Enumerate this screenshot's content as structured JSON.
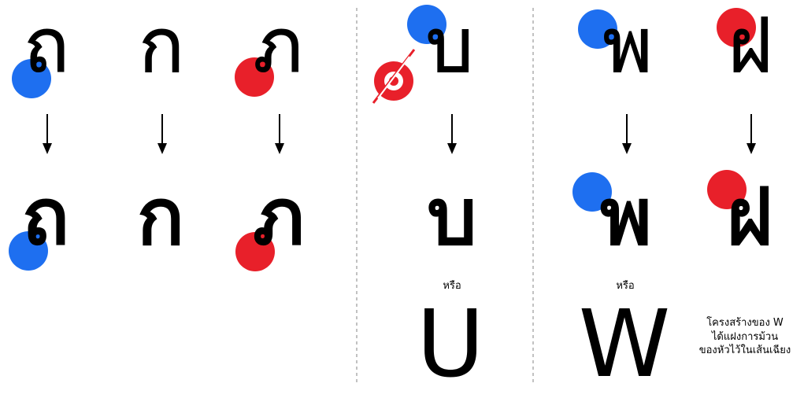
{
  "colors": {
    "blue": "#1e6ff0",
    "red": "#e8202a",
    "ink": "#000000",
    "divider": "#9a9a9a"
  },
  "panel_left": {
    "top_row": [
      "ถ",
      "ก",
      "ภ"
    ],
    "bottom_row": [
      "ถ",
      "ก",
      "ภ"
    ]
  },
  "panel_middle": {
    "top": "บ",
    "middle": "บ",
    "or_label": "หรือ",
    "bottom": "U",
    "forbidden_icon": "no-loop-icon"
  },
  "panel_right": {
    "top_row": [
      "พ",
      "ฝ"
    ],
    "bottom_row": [
      "พ",
      "ฝ"
    ],
    "or_label": "หรือ",
    "bottom": "W",
    "note_lines": [
      "โครงสร้างของ W",
      "ได้แฝงการม้วน",
      "ของหัวไว้ในเส้นเฉียง"
    ]
  }
}
